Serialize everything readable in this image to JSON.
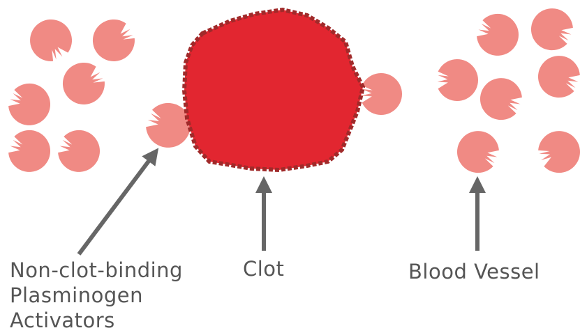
{
  "colors": {
    "background": "#ffffff",
    "activator": "#f08a84",
    "clot_fill": "#e22630",
    "clot_border": "#a02a2a",
    "arrow": "#666666",
    "text": "#555555"
  },
  "icons": {
    "activator": "pac-man-shaped-activator-with-zigzag-teeth",
    "clot": "irregular-blob-with-dashed-border",
    "arrow": "up-arrow"
  },
  "labels": {
    "activators_line1": "Non-clot-binding",
    "activators_line2": "Plasminogen",
    "activators_line3": "Activators",
    "clot": "Clot",
    "blood_vessel": "Blood Vessel"
  }
}
